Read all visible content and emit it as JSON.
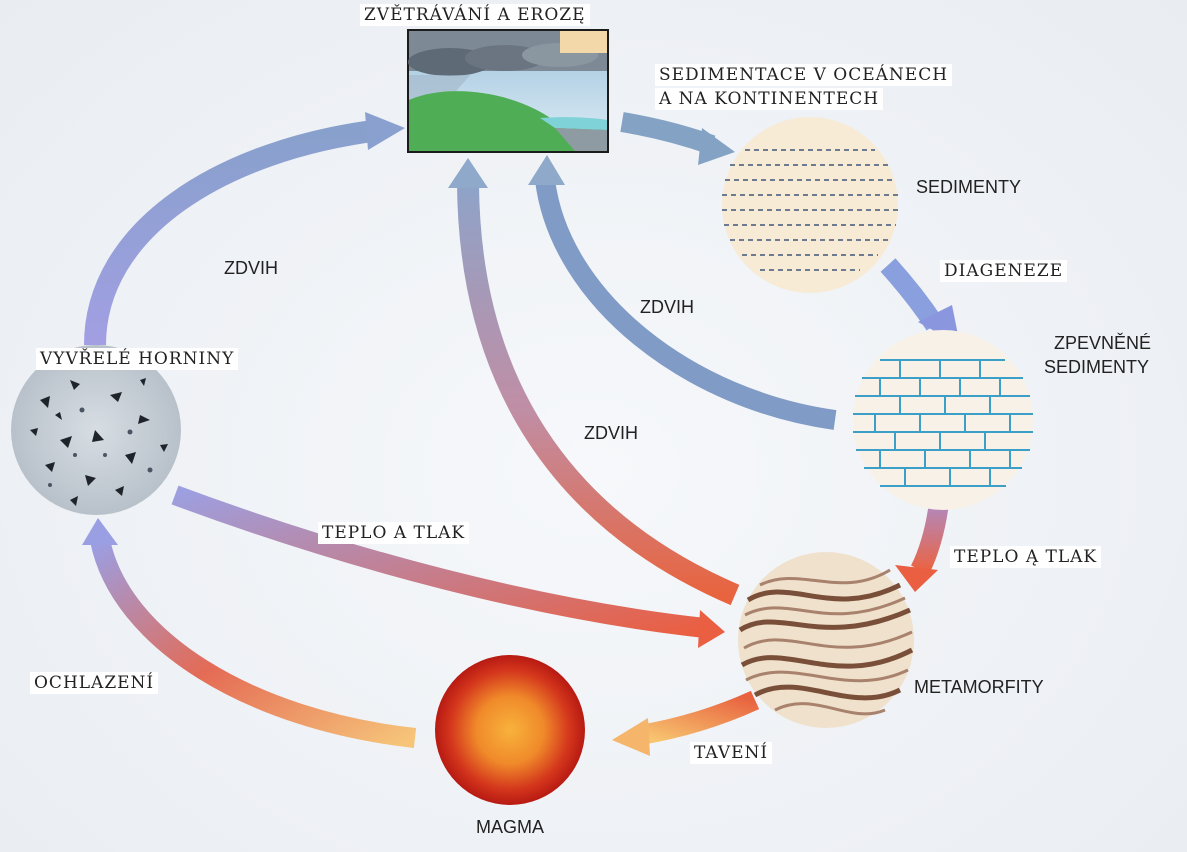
{
  "labels": {
    "weathering": "ZVĚTRÁVÁNÍ A EROZĘ",
    "sedimentation_1": "SEDIMENTACE V OCEÁNECH",
    "sedimentation_2": "A NA KONTINENTECH",
    "sediments": "SEDIMENTY",
    "diagenesis": "DIAGENEZE",
    "consolidated_1": "ZPEVNĚNÉ",
    "consolidated_2": "SEDIMENTY",
    "uplift_left": "ZDVIH",
    "uplift_mid_upper": "ZDVIH",
    "uplift_mid_lower": "ZDVIH",
    "igneous": "VYVŘELÉ HORNINY",
    "heat_pressure_left": "TEPLO A TLAK",
    "heat_pressure_right": "TEPLO Ą TLAK",
    "metamorphic": "METAMORFITY",
    "cooling": "OCHLAZENÍ",
    "melting": "TAVENÍ",
    "magma": "MAGMA"
  },
  "colors": {
    "arrow_blue": "#8fa6c8",
    "arrow_purple": "#9a9ee0",
    "arrow_red": "#e8684a",
    "arrow_orange": "#f3b66a",
    "magma_outer": "#c81e14",
    "magma_inner": "#f7b23a"
  }
}
